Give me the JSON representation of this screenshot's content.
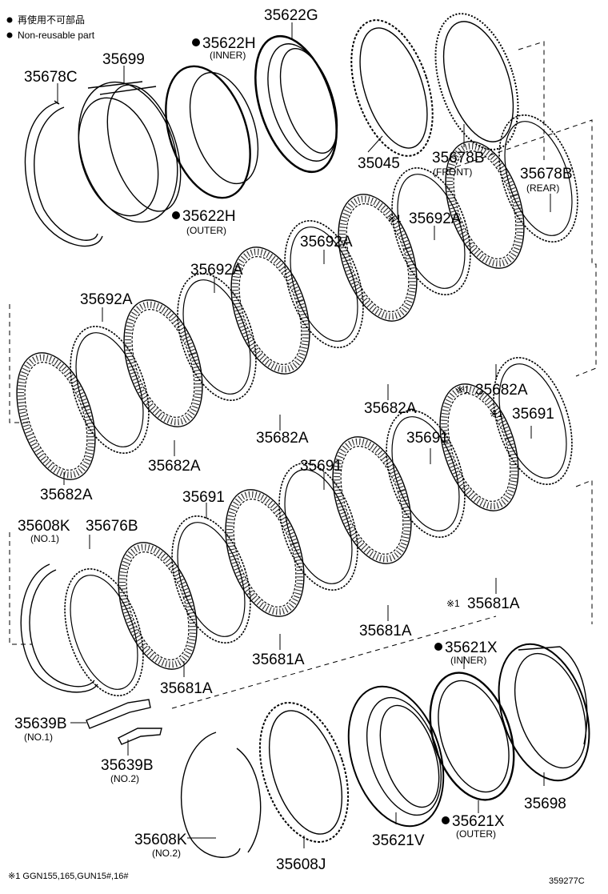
{
  "legend": {
    "line_jp": "再使用不可部品",
    "line_en": "Non-reusable part"
  },
  "labels": {
    "p35678C": "35678C",
    "p35699": "35699",
    "p35622H_inner": "35622H",
    "p35622H_inner_sub": "(INNER)",
    "p35622G": "35622G",
    "p35622H_outer": "35622H",
    "p35622H_outer_sub": "(OUTER)",
    "p35045": "35045",
    "p35678B_front": "35678B",
    "p35678B_front_sub": "(FRONT)",
    "p35678B_rear": "35678B",
    "p35678B_rear_sub": "(REAR)",
    "p35692A_top": "35692A",
    "p35692A_2": "35692A",
    "p35692A_3": "35692A",
    "p35692A_4": "35692A",
    "p35682A_right": "35682A",
    "p35682A_2": "35682A",
    "p35682A_3": "35682A",
    "p35682A_4": "35682A",
    "p35682A_5": "35682A",
    "p35691_top": "35691",
    "p35691_2": "35691",
    "p35691_3": "35691",
    "p35691_4": "35691",
    "p35608K_1": "35608K",
    "p35608K_1_sub": "(NO.1)",
    "p35676B": "35676B",
    "p35681A_right": "35681A",
    "p35681A_2": "35681A",
    "p35681A_3": "35681A",
    "p35681A_4": "35681A",
    "p35621X_inner": "35621X",
    "p35621X_inner_sub": "(INNER)",
    "p35621X_outer": "35621X",
    "p35621X_outer_sub": "(OUTER)",
    "p35639B_1": "35639B",
    "p35639B_1_sub": "(NO.1)",
    "p35639B_2": "35639B",
    "p35639B_2_sub": "(NO.2)",
    "p35608K_2": "35608K",
    "p35608K_2_sub": "(NO.2)",
    "p35608J": "35608J",
    "p35621V": "35621V",
    "p35698": "35698",
    "note_mark": "※1"
  },
  "footer": {
    "note": "※1 GGN155,165,GUN15#,16#",
    "drawing_id": "359277C"
  }
}
